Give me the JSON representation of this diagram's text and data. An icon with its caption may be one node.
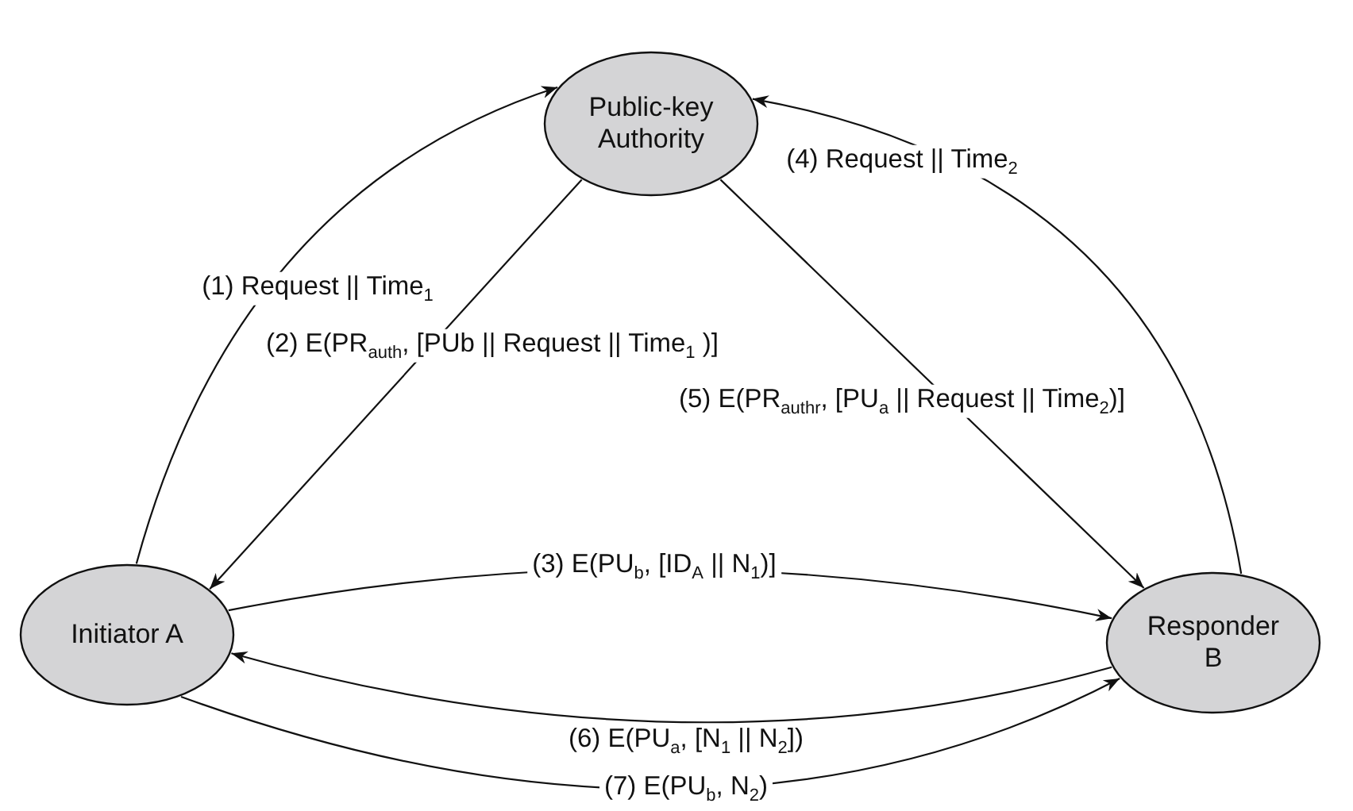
{
  "diagram": {
    "nodes": [
      {
        "text": [
          "Public-key Authority"
        ]
      },
      {
        "text": [
          "Initiator A"
        ]
      },
      {
        "text": [
          "Responder B"
        ]
      }
    ],
    "edges": [
      {
        "from": 1,
        "to": 0,
        "arrow": "to",
        "label": "(1) Request || Time$_{1}$"
      },
      {
        "from": 0,
        "to": 1,
        "arrow": "to",
        "label": "(2) E(PR$_{auth}$, [PUb || Request || Time$_{1}$ )]"
      },
      {
        "from": 1,
        "to": 2,
        "arrow": "to",
        "label": "(3) E(PU$_{b}$, [ID$_{A}$ || N$_{1}$)]"
      },
      {
        "from": 2,
        "to": 0,
        "arrow": "to",
        "label": "(4) Request || Time$_{2}$"
      },
      {
        "from": 0,
        "to": 2,
        "arrow": "to",
        "label": "(5) E(PR$_{authr}$, [PU$_{a}$ || Request || Time$_{2}$)]"
      },
      {
        "from": 2,
        "to": 1,
        "arrow": "to",
        "label": "(6) E(PU$_{a}$, [N$_{1}$ || N$_{2}$])"
      },
      {
        "from": 1,
        "to": 2,
        "arrow": "to",
        "label": "(7) E(PU$_{b}$, N$_{2}$)"
      }
    ]
  }
}
